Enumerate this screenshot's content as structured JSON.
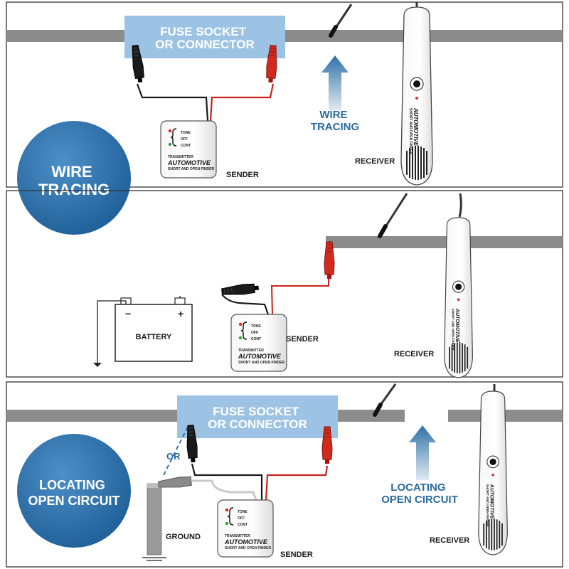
{
  "panels": [
    {
      "box_label": "FUSE SOCKET\nOR CONNECTOR",
      "arrow_label": "WIRE\nTRACING",
      "badge_label": "WIRE\nTRACING",
      "sender_label": "SENDER",
      "receiver_label": "RECEIVER"
    },
    {
      "battery_label": "BATTERY",
      "battery_minus": "−",
      "battery_plus": "+",
      "sender_label": "SENDER",
      "receiver_label": "RECEIVER"
    },
    {
      "box_label": "FUSE SOCKET\nOR CONNECTOR",
      "arrow_label": "LOCATING\nOPEN CIRCUIT",
      "badge_label": "LOCATING\nOPEN CIRCUIT",
      "or_label": "OR",
      "ground_label": "GROUND",
      "sender_label": "SENDER",
      "receiver_label": "RECEIVER"
    }
  ],
  "sender_device": {
    "switch_tone": "TONE",
    "switch_off": "OFF",
    "switch_cont": "CONT",
    "tag": "TRANSMITTER",
    "brand": "AUTOMOTIVE",
    "subtitle": "SHORT AND OPEN FINDER"
  },
  "receiver_device": {
    "brand": "AUTOMOTIVE",
    "subtitle": "SHORT AND OPEN FINDER"
  },
  "colors": {
    "accent_blue": "#2f72a8",
    "box_fill": "#9cc3e4",
    "wire_gray": "#8c8c8c",
    "clip_red": "#d42a1e",
    "clip_black": "#1a1a1a",
    "lead_red": "#c8231a"
  }
}
